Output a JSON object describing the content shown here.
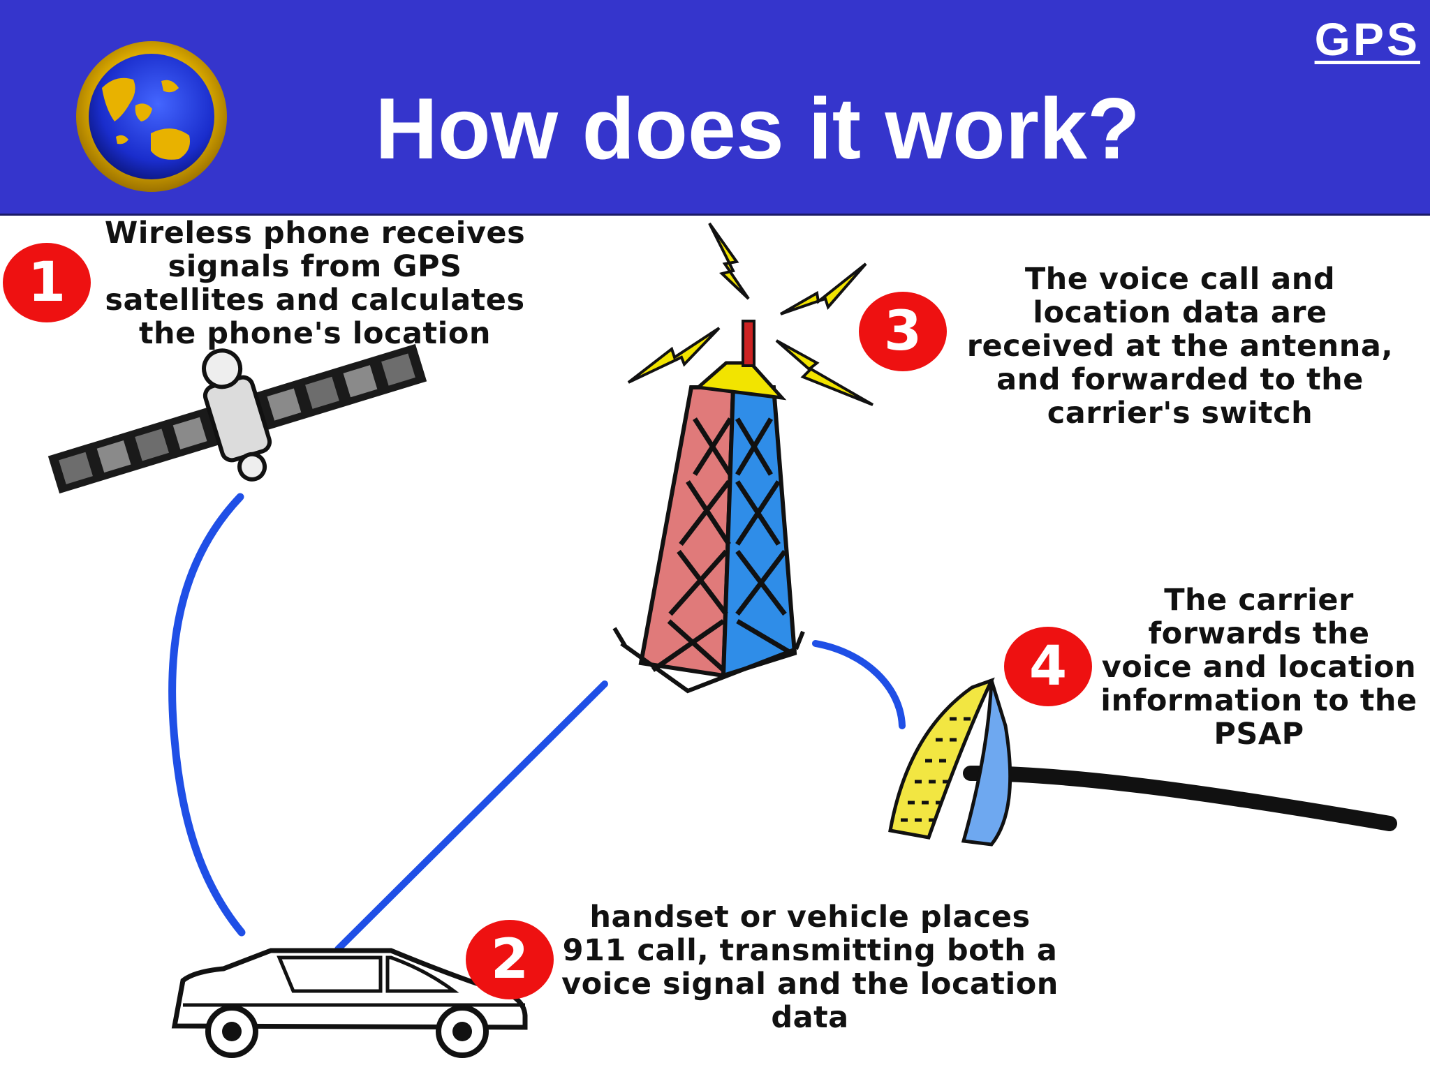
{
  "header": {
    "title": "How does it work?",
    "tag": "GPS",
    "logo_icon": "globe-icon"
  },
  "colors": {
    "header_bg": "#3535cc",
    "badge": "#ee1111",
    "signal_line": "#1f4fe6",
    "tower_left": "#e07a7a",
    "tower_right": "#2f8de8"
  },
  "steps": [
    {
      "number": "1",
      "text": "Wireless phone receives\nsignals from GPS\nsatellites and calculates\nthe phone's location"
    },
    {
      "number": "2",
      "text": "handset or vehicle places\n911 call, transmitting both a\nvoice signal and the location\ndata"
    },
    {
      "number": "3",
      "text": "The voice call and\nlocation data are\nreceived at the antenna,\nand forwarded to the\ncarrier's switch"
    },
    {
      "number": "4",
      "text": "The carrier\nforwards the\nvoice and location\ninformation to the\nPSAP"
    }
  ],
  "icons": [
    "satellite-icon",
    "antenna-tower-icon",
    "car-icon",
    "psap-building-icon"
  ]
}
